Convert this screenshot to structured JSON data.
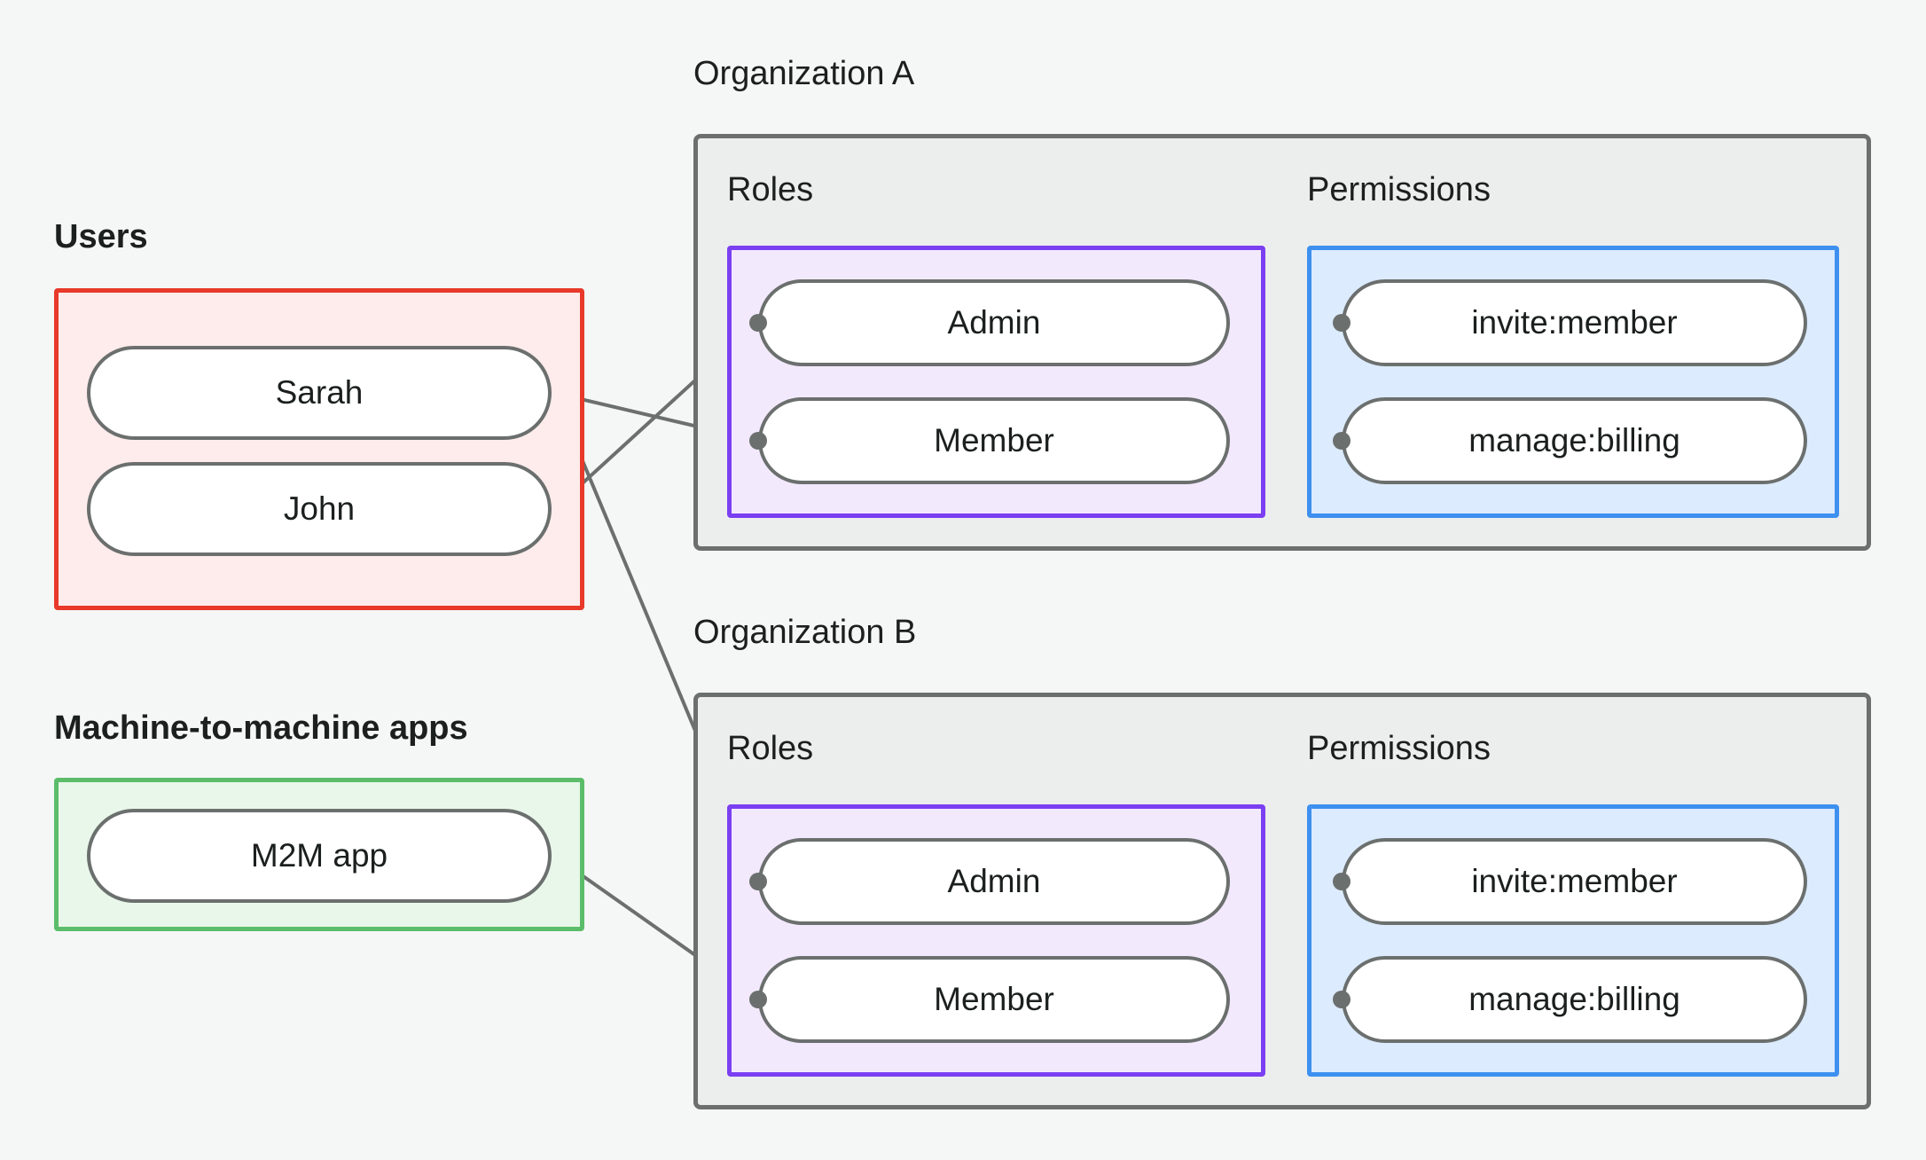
{
  "diagram": {
    "background_color": "#f5f7f6",
    "edge_color": "#6b6f6e",
    "node_border_color": "#6b6f6e",
    "node_fill_color": "#ffffff",
    "groups": [
      {
        "id": "users",
        "label": "Users",
        "accent_color": "#e8392a",
        "fill_color": "#fdeceb",
        "nodes": [
          {
            "id": "sarah",
            "label": "Sarah"
          },
          {
            "id": "john",
            "label": "John"
          }
        ]
      },
      {
        "id": "m2m",
        "label": "Machine-to-machine apps",
        "accent_color": "#5bbd6a",
        "fill_color": "#e8f7e9",
        "nodes": [
          {
            "id": "m2m-app",
            "label": "M2M app"
          }
        ]
      },
      {
        "id": "org-a",
        "label": "Organization A",
        "accent_color": "#6b6f6e",
        "fill_color": "#eceeed",
        "sections": [
          {
            "id": "org-a-roles",
            "label": "Roles",
            "accent_color": "#7b3ff2",
            "fill_color": "#f3e9fd",
            "nodes": [
              {
                "id": "org-a-admin",
                "label": "Admin"
              },
              {
                "id": "org-a-member",
                "label": "Member"
              }
            ]
          },
          {
            "id": "org-a-permissions",
            "label": "Permissions",
            "accent_color": "#3d90f0",
            "fill_color": "#dcebfd",
            "nodes": [
              {
                "id": "org-a-invite",
                "label": "invite:member"
              },
              {
                "id": "org-a-billing",
                "label": "manage:billing"
              }
            ]
          }
        ]
      },
      {
        "id": "org-b",
        "label": "Organization B",
        "accent_color": "#6b6f6e",
        "fill_color": "#eceeed",
        "sections": [
          {
            "id": "org-b-roles",
            "label": "Roles",
            "accent_color": "#7b3ff2",
            "fill_color": "#f3e9fd",
            "nodes": [
              {
                "id": "org-b-admin",
                "label": "Admin"
              },
              {
                "id": "org-b-member",
                "label": "Member"
              }
            ]
          },
          {
            "id": "org-b-permissions",
            "label": "Permissions",
            "accent_color": "#3d90f0",
            "fill_color": "#dcebfd",
            "nodes": [
              {
                "id": "org-b-invite",
                "label": "invite:member"
              },
              {
                "id": "org-b-billing",
                "label": "manage:billing"
              }
            ]
          }
        ]
      }
    ],
    "edges": [
      {
        "from": "sarah",
        "to": "org-a-member"
      },
      {
        "from": "sarah",
        "to": "org-b-admin"
      },
      {
        "from": "john",
        "to": "org-a-admin"
      },
      {
        "from": "m2m-app",
        "to": "org-b-member"
      },
      {
        "from": "org-a-admin",
        "to": "org-a-invite"
      },
      {
        "from": "org-a-admin",
        "to": "org-a-billing"
      },
      {
        "from": "org-a-member",
        "to": "org-a-billing"
      },
      {
        "from": "org-b-admin",
        "to": "org-b-invite"
      },
      {
        "from": "org-b-admin",
        "to": "org-b-billing"
      },
      {
        "from": "org-b-member",
        "to": "org-b-billing"
      }
    ]
  }
}
